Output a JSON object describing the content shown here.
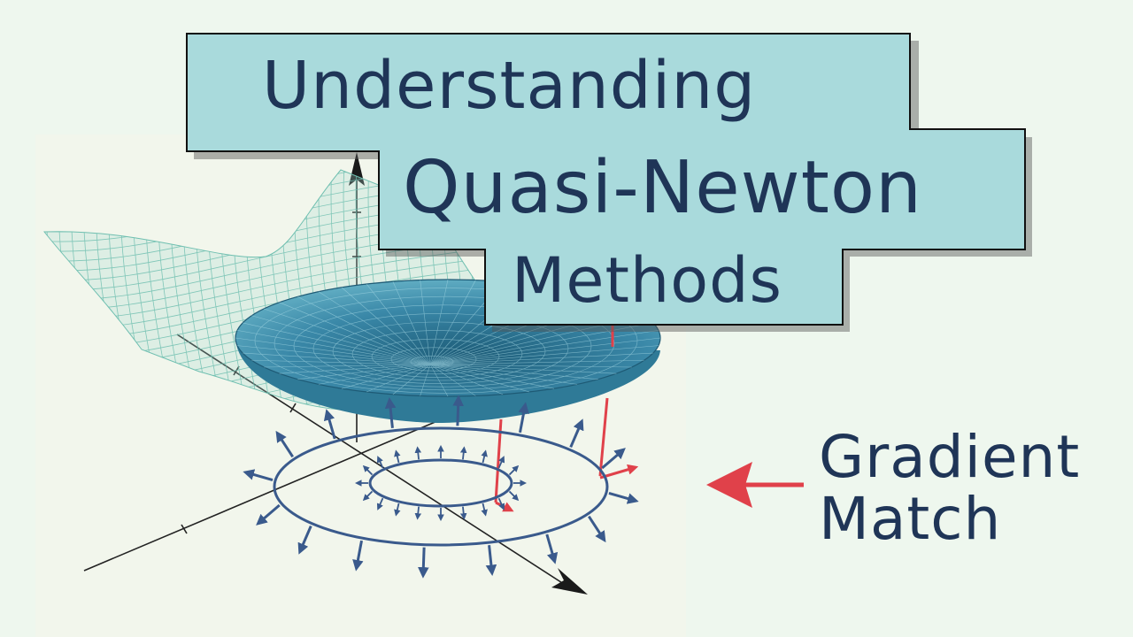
{
  "title": {
    "line1": "Understanding",
    "line2": "Quasi-Newton",
    "line3": "Methods"
  },
  "side_label": {
    "line1": "Gradient",
    "line2": "Match"
  },
  "colors": {
    "background": "#eef7ee",
    "title_box": "#a9dadc",
    "title_text": "#1f3557",
    "bowl": "#3d8cab",
    "mesh": "#6fbfb0",
    "arrows": "#3a5a8c",
    "accent_red": "#e0414a"
  },
  "icons": [
    "axis-arrow-icon",
    "gradient-arrow-icon",
    "red-pointer-arrow-icon"
  ]
}
